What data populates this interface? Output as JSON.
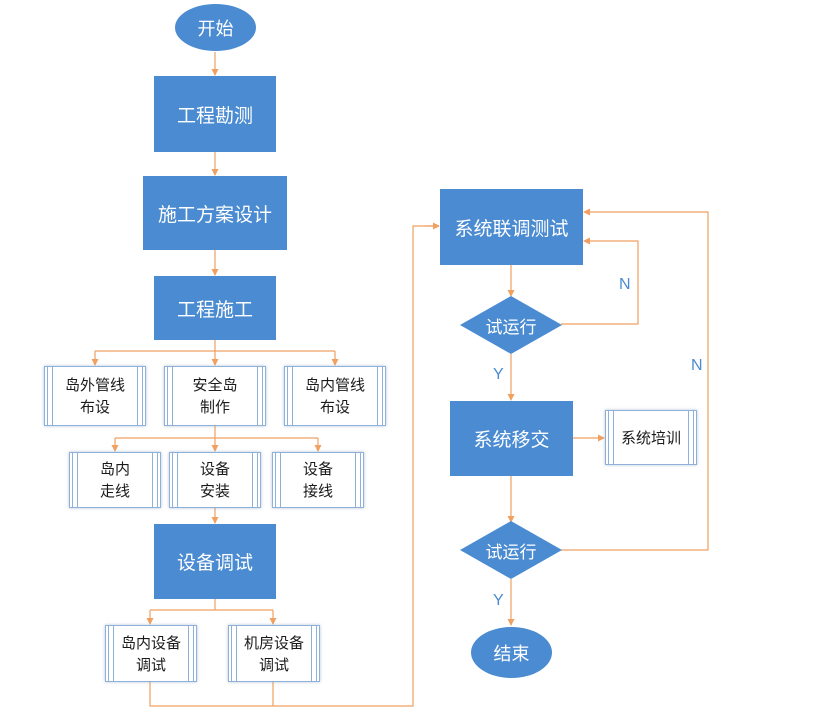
{
  "nodes": {
    "start": "开始",
    "survey": "工程勘测",
    "design": "施工方案设计",
    "construction": "工程施工",
    "island_outer": "岛外管线\n布设",
    "safety_island": "安全岛\n制作",
    "island_inner_pipe": "岛内管线\n布设",
    "island_inner_wiring": "岛内\n走线",
    "device_install": "设备\n安装",
    "device_wiring": "设备\n接线",
    "device_debug": "设备调试",
    "island_device_debug": "岛内设备\n调试",
    "room_device_debug": "机房设备\n调试",
    "system_joint_debug": "系统联调测试",
    "trial_run_1": "试运行",
    "system_handover": "系统移交",
    "system_training": "系统培训",
    "trial_run_2": "试运行",
    "end": "结束"
  },
  "edge_labels": {
    "trial1_no": "N",
    "trial1_yes": "Y",
    "trial2_no": "N",
    "trial2_yes": "Y"
  },
  "colors": {
    "node_fill": "#4a8bd1",
    "connector": "#f0a060",
    "label": "#4a8bd1"
  }
}
